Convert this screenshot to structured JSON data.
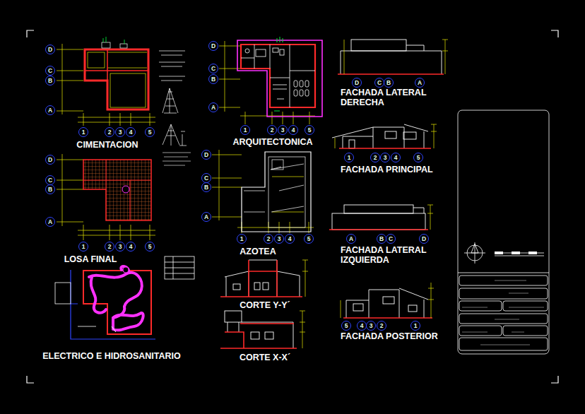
{
  "diagram": {
    "nodes": [
      {
        "text": [
          "D"
        ]
      },
      {
        "text": [
          "C"
        ]
      },
      {
        "text": [
          "B"
        ]
      },
      {
        "text": [
          "A"
        ]
      },
      {
        "text": [
          "1"
        ]
      },
      {
        "text": [
          "2"
        ]
      },
      {
        "text": [
          "3"
        ]
      },
      {
        "text": [
          "4"
        ]
      },
      {
        "text": [
          "5"
        ]
      },
      {
        "text": [
          "D"
        ]
      },
      {
        "text": [
          "C"
        ]
      },
      {
        "text": [
          "B"
        ]
      },
      {
        "text": [
          "A"
        ]
      },
      {
        "text": [
          "1"
        ]
      },
      {
        "text": [
          "2"
        ]
      },
      {
        "text": [
          "3"
        ]
      },
      {
        "text": [
          "4"
        ]
      },
      {
        "text": [
          "5"
        ]
      },
      {
        "text": [
          "D"
        ]
      },
      {
        "text": [
          "C"
        ]
      },
      {
        "text": [
          "B"
        ]
      },
      {
        "text": [
          "A"
        ]
      },
      {
        "text": [
          "1"
        ]
      },
      {
        "text": [
          "2"
        ]
      },
      {
        "text": [
          "3"
        ]
      },
      {
        "text": [
          "4"
        ]
      },
      {
        "text": [
          "5"
        ]
      },
      {
        "text": [
          "D"
        ]
      },
      {
        "text": [
          "C"
        ]
      },
      {
        "text": [
          "B"
        ]
      },
      {
        "text": [
          "A"
        ]
      },
      {
        "text": [
          "1"
        ]
      },
      {
        "text": [
          "2"
        ]
      },
      {
        "text": [
          "3"
        ]
      },
      {
        "text": [
          "4"
        ]
      },
      {
        "text": [
          "5"
        ]
      },
      {
        "text": [
          "D"
        ]
      },
      {
        "text": [
          "C"
        ]
      },
      {
        "text": [
          "B"
        ]
      },
      {
        "text": [
          "A"
        ]
      },
      {
        "text": [
          "1"
        ]
      },
      {
        "text": [
          "2"
        ]
      },
      {
        "text": [
          "3"
        ]
      },
      {
        "text": [
          "4"
        ]
      },
      {
        "text": [
          "5"
        ]
      },
      {
        "text": [
          "A"
        ]
      },
      {
        "text": [
          "B"
        ]
      },
      {
        "text": [
          "C"
        ]
      },
      {
        "text": [
          "D"
        ]
      },
      {
        "text": [
          "5"
        ]
      },
      {
        "text": [
          "4"
        ]
      },
      {
        "text": [
          "3"
        ]
      },
      {
        "text": [
          "2"
        ]
      },
      {
        "text": [
          "1"
        ]
      }
    ],
    "labels": [
      "CIMENTACION",
      "ARQUITECTONICA",
      "FACHADA LATERAL DERECHA",
      "FACHADA PRINCIPAL",
      "LOSA FINAL",
      "AZOTEA",
      "FACHADA LATERAL IZQUIERDA",
      "CORTE Y-Y´",
      "CORTE X-X´",
      "ELECTRICO E HIDROSANITARIO",
      "FACHADA POSTERIOR"
    ]
  }
}
